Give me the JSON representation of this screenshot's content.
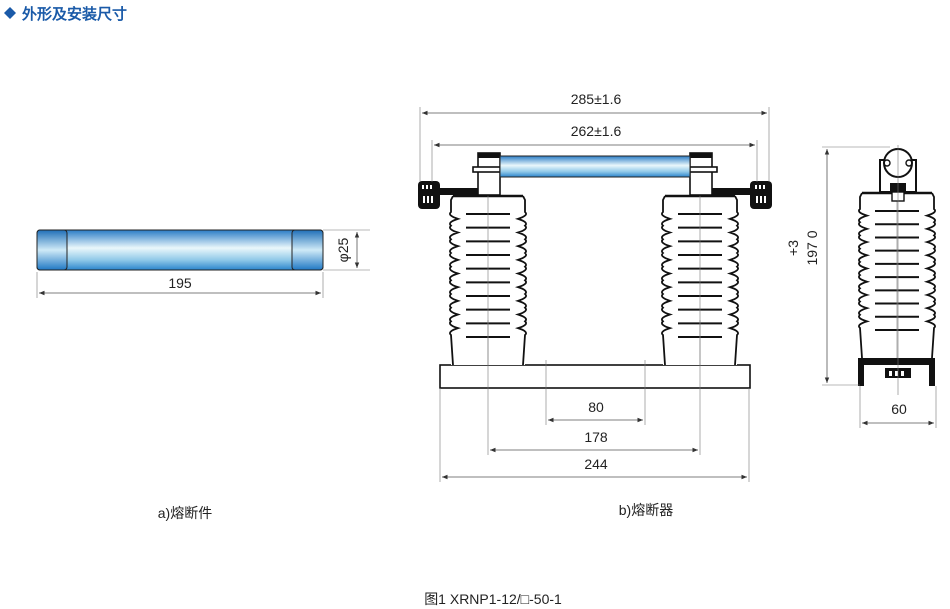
{
  "header": {
    "title": "外形及安装尺寸",
    "icon": "diamond-icon",
    "color": "#1a5aa8"
  },
  "fuse_element": {
    "caption": "a)熔断件",
    "length_label": "195",
    "diameter_label": "φ25"
  },
  "fuse_assembly": {
    "caption": "b)熔断器",
    "overall_length_label": "285±1.6",
    "contact_span_label": "262±1.6",
    "mount_80_label": "80",
    "mount_178_label": "178",
    "base_244_label": "244"
  },
  "side_view": {
    "height_label": "197 0",
    "height_tolerance_label": "+3",
    "width_label": "60"
  },
  "figure_caption": "图1 XRNP1-12/□-50-1",
  "colors": {
    "fuse_blue": "#2a84cc",
    "fuse_light": "#eaf7fb"
  }
}
